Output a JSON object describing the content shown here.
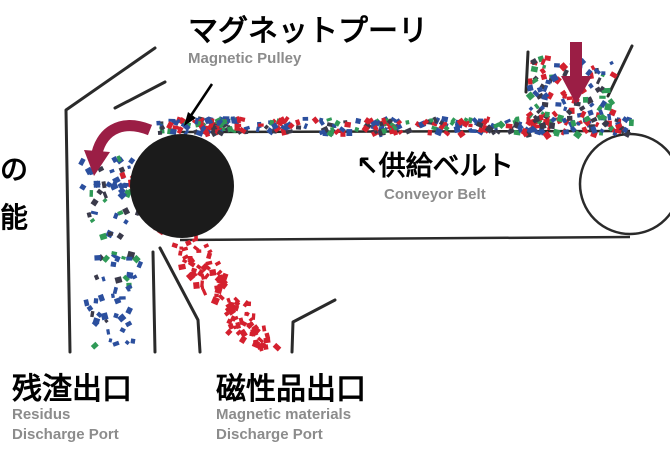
{
  "labels": {
    "magnetic_pulley": {
      "jp": "マグネットプーリ",
      "en": "Magnetic Pulley"
    },
    "conveyor_belt": {
      "jp": "↖供給ベルト",
      "en": "Conveyor Belt"
    },
    "residue_outlet": {
      "jp": "残渣出口",
      "en1": "Residus",
      "en2": "Discharge Port"
    },
    "magnetic_outlet": {
      "jp": "磁性品出口",
      "en1": "Magnetic materials",
      "en2": "Discharge Port"
    },
    "left_cropped": {
      "line1": "の",
      "line2": "能"
    }
  },
  "colors": {
    "arrow": "#9b1e45",
    "pulley": "#1b1b1b",
    "frame": "#2a2a2a",
    "particle_red": "#d4202e",
    "particle_blue": "#2b4f9e",
    "particle_green": "#2f9a57",
    "particle_dark": "#3a3a4a"
  }
}
